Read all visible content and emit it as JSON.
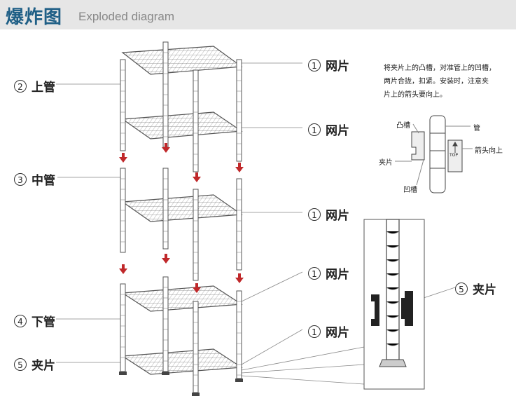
{
  "header": {
    "title_cn": "爆炸图",
    "title_en": "Exploded diagram"
  },
  "left_labels": [
    {
      "num": "2",
      "text": "上管"
    },
    {
      "num": "3",
      "text": "中管"
    },
    {
      "num": "4",
      "text": "下管"
    },
    {
      "num": "5",
      "text": "夹片"
    }
  ],
  "right_labels": [
    {
      "num": "1",
      "text": "网片"
    },
    {
      "num": "1",
      "text": "网片"
    },
    {
      "num": "1",
      "text": "网片"
    },
    {
      "num": "1",
      "text": "网片"
    },
    {
      "num": "1",
      "text": "网片"
    }
  ],
  "detail_label": {
    "num": "5",
    "text": "夹片"
  },
  "note": {
    "lines": [
      "将夹片上的凸槽，对准管上的凹槽，",
      "两片合拢，扣紧。安装时，注意夹",
      "片上的箭头要向上。"
    ]
  },
  "inset": {
    "convex": "凸槽",
    "tube": "管",
    "clip": "夹片",
    "arrow_up": "箭头向上",
    "concave": "凹槽",
    "top": "TOP"
  },
  "colors": {
    "header_bg": "#e6e6e6",
    "title": "#1f5f86",
    "arrow": "#c0282a"
  }
}
